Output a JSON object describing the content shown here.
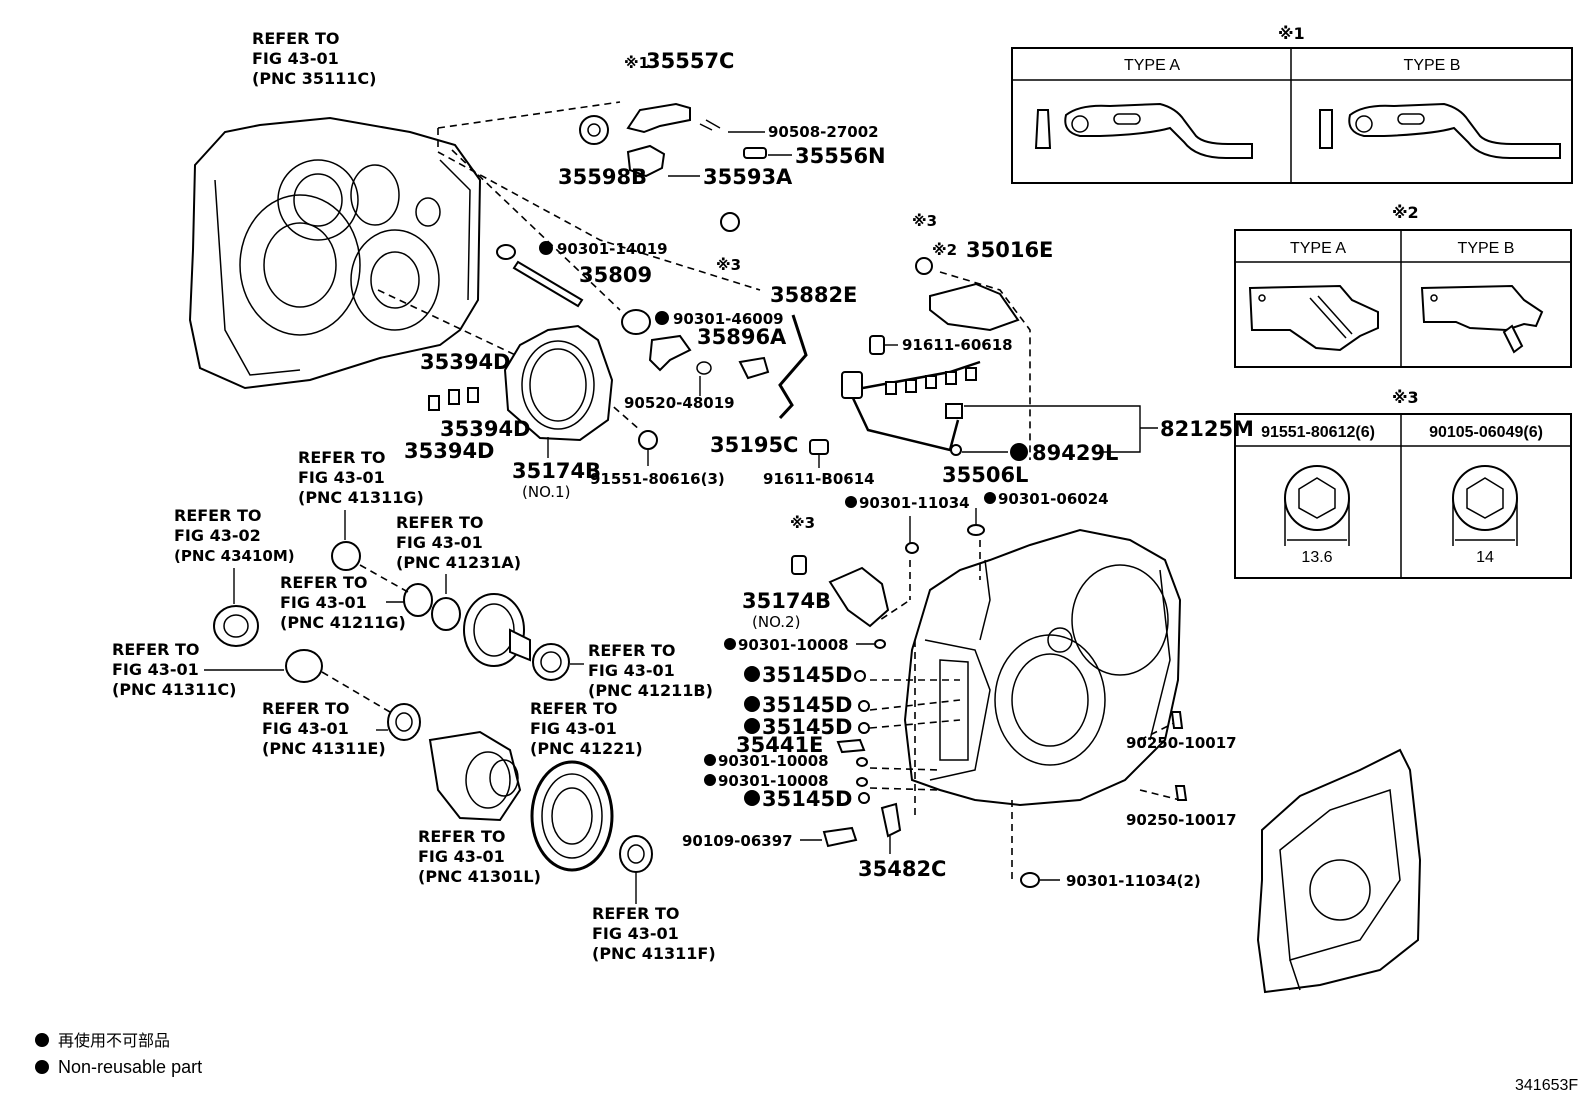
{
  "diagram_code": "341653F",
  "legend": {
    "jp": "再使用不可部品",
    "en": "Non-reusable part"
  },
  "note_marks": {
    "n1": "※1",
    "n2": "※2",
    "n3": "※3"
  },
  "type_tables": {
    "t1": {
      "a": "TYPE A",
      "b": "TYPE B"
    },
    "t2": {
      "a": "TYPE A",
      "b": "TYPE B"
    },
    "t3": {
      "a": "91551-80612(6)",
      "b": "90105-06049(6)",
      "dim_a": "13.6",
      "dim_b": "14"
    }
  },
  "refs": {
    "r35111C": [
      "REFER TO",
      "FIG 43-01",
      "(PNC 35111C)"
    ],
    "r41311G": [
      "REFER TO",
      "FIG 43-01",
      "(PNC 41311G)"
    ],
    "r43410M": [
      "REFER TO",
      "FIG 43-02",
      "(PNC 43410M)"
    ],
    "r41231A": [
      "REFER TO",
      "FIG 43-01",
      "(PNC 41231A)"
    ],
    "r41211G": [
      "REFER TO",
      "FIG 43-01",
      "(PNC 41211G)"
    ],
    "r41311C": [
      "REFER TO",
      "FIG 43-01",
      "(PNC 41311C)"
    ],
    "r41211B": [
      "REFER TO",
      "FIG 43-01",
      "(PNC 41211B)"
    ],
    "r41311E": [
      "REFER TO",
      "FIG 43-01",
      "(PNC 41311E)"
    ],
    "r41221": [
      "REFER TO",
      "FIG 43-01",
      "(PNC 41221)"
    ],
    "r41301L": [
      "REFER TO",
      "FIG 43-01",
      "(PNC 41301L)"
    ],
    "r41311F": [
      "REFER TO",
      "FIG 43-01",
      "(PNC 41311F)"
    ]
  },
  "parts": {
    "p35557C": "35557C",
    "p90508": "90508-27002",
    "p35556N": "35556N",
    "p35598B": "35598B",
    "p35593A": "35593A",
    "p90301_14019": "90301-14019",
    "p35809": "35809",
    "p35882E": "35882E",
    "p90301_46009": "90301-46009",
    "p35896A": "35896A",
    "p35394D_1": "35394D",
    "p35394D_2": "35394D",
    "p35394D_3": "35394D",
    "p90520": "90520-48019",
    "p35195C": "35195C",
    "p35174B_1": "35174B",
    "p35174B_1_no": "(NO.1)",
    "p91551_80616": "91551-80616(3)",
    "p91611_B0614": "91611-B0614",
    "p35016E": "35016E",
    "p91611_60618": "91611-60618",
    "p82125M": "82125M",
    "p89429L": "89429L",
    "p35506L": "35506L",
    "p90301_11034": "90301-11034",
    "p90301_06024": "90301-06024",
    "p35174B_2": "35174B",
    "p35174B_2_no": "(NO.2)",
    "p90301_10008_a": "90301-10008",
    "p35145D_a": "35145D",
    "p35145D_b": "35145D",
    "p35145D_c": "35145D",
    "p35441E": "35441E",
    "p90301_10008_b": "90301-10008",
    "p90301_10008_c": "90301-10008",
    "p35145D_d": "35145D",
    "p90109": "90109-06397",
    "p35482C": "35482C",
    "p90250_a": "90250-10017",
    "p90250_b": "90250-10017",
    "p90301_11034_2": "90301-11034(2)"
  }
}
